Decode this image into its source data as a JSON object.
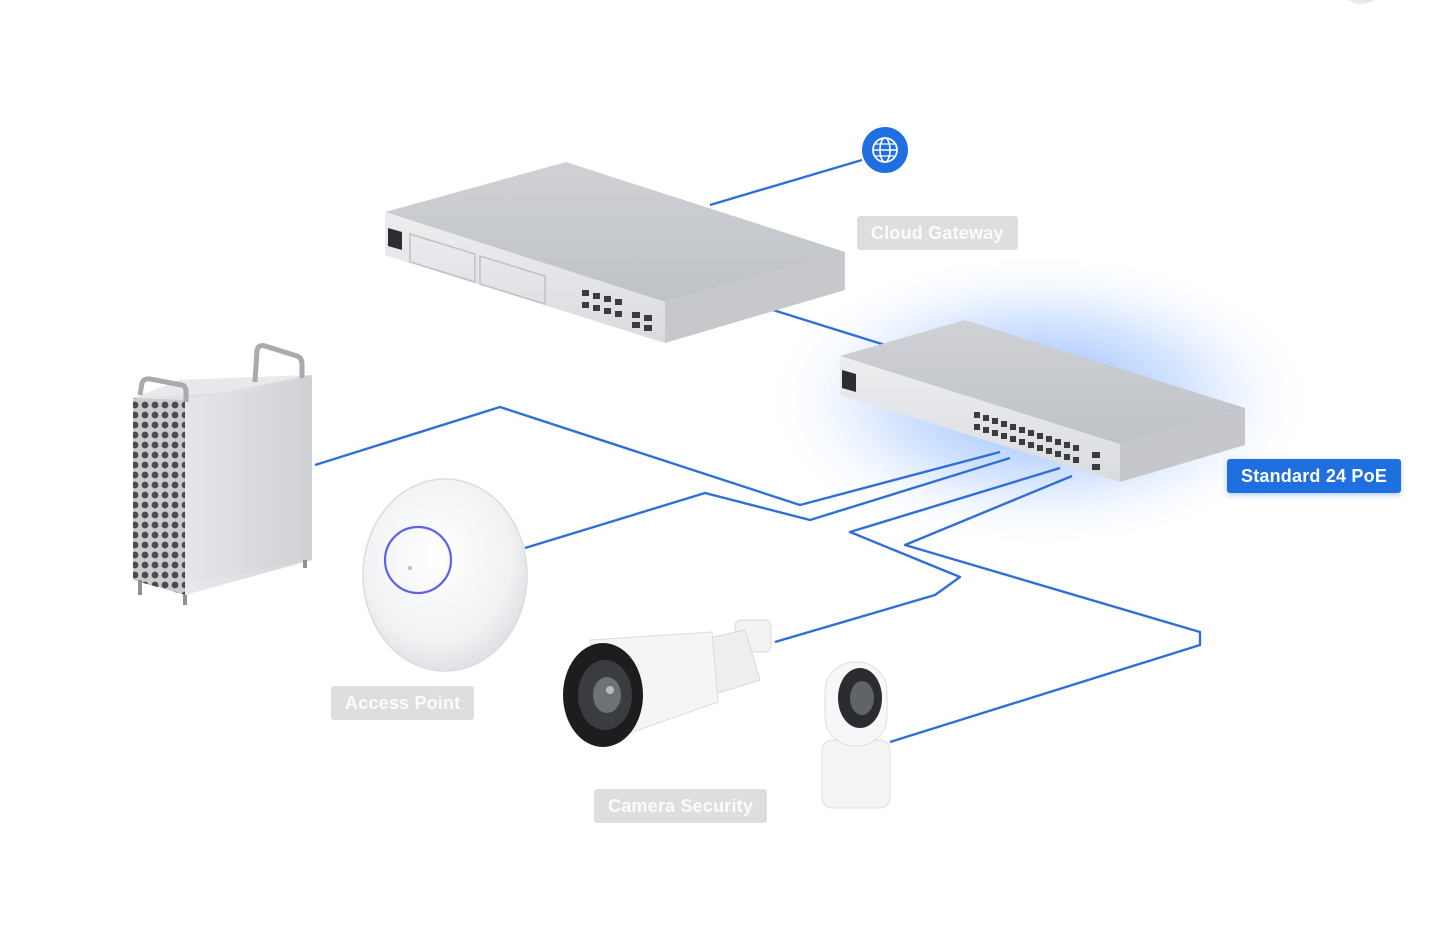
{
  "labels": {
    "cloud_gateway": "Cloud Gateway",
    "standard_switch": "Standard 24 PoE",
    "access_point": "Access Point",
    "camera_security": "Camera Security"
  },
  "icons": {
    "internet": "globe-icon"
  },
  "colors": {
    "link_line": "#2f6fd6",
    "accent": "#1f6fe0",
    "glow": "#6fa6ff",
    "label_muted_bg": "#dedede",
    "device_silver": "#d4d6da"
  }
}
